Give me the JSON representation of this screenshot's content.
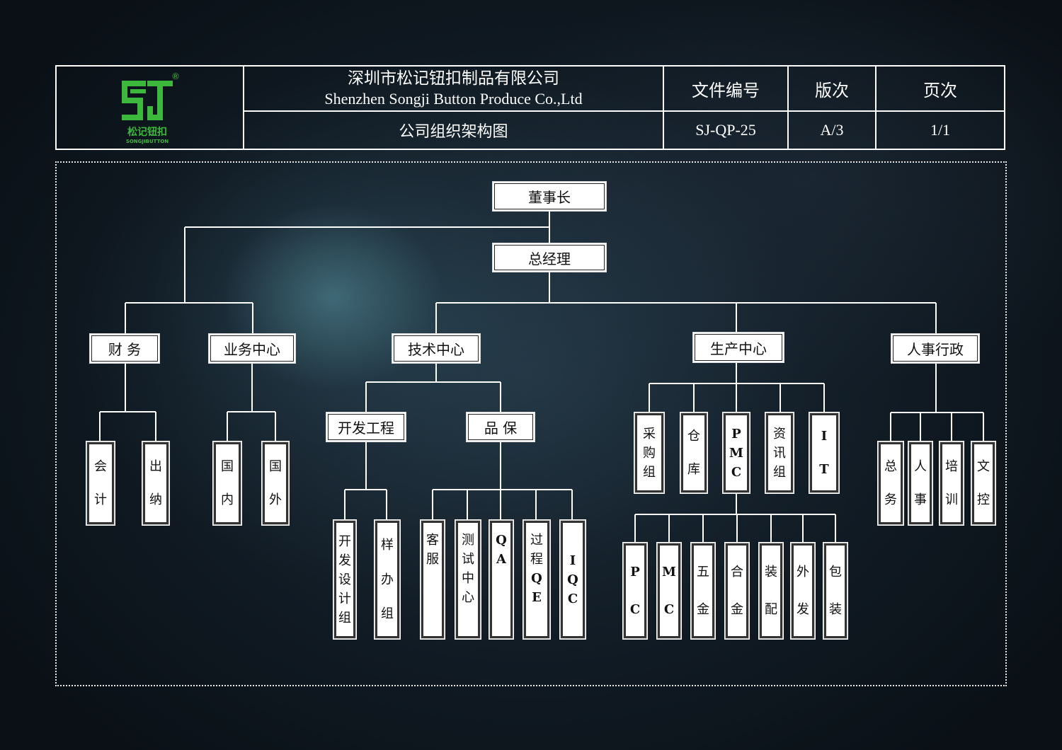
{
  "header": {
    "company_cn": "深圳市松记钮扣制品有限公司",
    "company_en": "Shenzhen Songji Button Produce Co.,Ltd",
    "doc_title": "公司组织架构图",
    "col_doc_no_label": "文件编号",
    "col_version_label": "版次",
    "col_page_label": "页次",
    "doc_no": "SJ-QP-25",
    "version": "A/3",
    "page": "1/1",
    "logo": {
      "mark": "SJ",
      "cn": "松记钮扣",
      "en": "SONGJIBUTTON",
      "reg": "®",
      "color": "#3cb83c"
    }
  },
  "chart": {
    "chairman": "董事长",
    "gm": "总经理",
    "finance": {
      "label": "财 务",
      "children": [
        "会计",
        "出纳"
      ]
    },
    "sales": {
      "label": "业务中心",
      "children": [
        "国内",
        "国外"
      ]
    },
    "tech": {
      "label": "技术中心",
      "dev": {
        "label": "开发工程",
        "children": [
          "开发设计组",
          "样办组"
        ]
      },
      "qa": {
        "label": "品 保",
        "children": [
          "客服",
          "测试中心",
          "QA",
          "过程QE",
          "IQC"
        ]
      }
    },
    "production": {
      "label": "生产中心",
      "children": [
        "采购组",
        "仓库",
        "PMC",
        "资讯组",
        "IT"
      ],
      "pmc_children": [
        "PC",
        "MC",
        "五金",
        "合金",
        "装配",
        "外发",
        "包装"
      ]
    },
    "hr": {
      "label": "人事行政",
      "children": [
        "总务",
        "人事",
        "培训",
        "文控"
      ]
    }
  }
}
